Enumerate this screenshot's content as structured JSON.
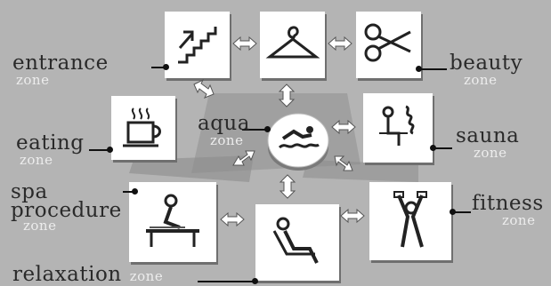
{
  "zones": {
    "entrance": {
      "name": "entrance",
      "zone": "zone"
    },
    "beauty": {
      "name": "beauty",
      "zone": "zone"
    },
    "aqua": {
      "name": "aqua",
      "zone": "zone"
    },
    "eating": {
      "name": "eating",
      "zone": "zone"
    },
    "sauna": {
      "name": "sauna",
      "zone": "zone"
    },
    "spa": {
      "name_line1": "spa",
      "name_line2": "procedure",
      "zone": "zone"
    },
    "fitness": {
      "name": "fitness",
      "zone": "zone"
    },
    "relaxation": {
      "name": "relaxation",
      "zone": "zone"
    }
  },
  "colors": {
    "background": "#b4b4b4",
    "panel": "#ffffff",
    "ink": "#2a2a2a",
    "zone_text": "#ededed"
  },
  "icons": [
    "stairs-icon",
    "hanger-icon",
    "scissors-icon",
    "swimmer-icon",
    "cup-icon",
    "sauna-icon",
    "massage-icon",
    "fitness-icon",
    "lounger-icon"
  ]
}
